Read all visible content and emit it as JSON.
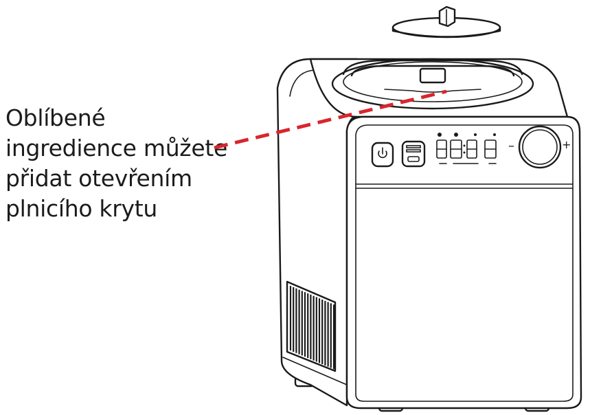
{
  "annotation": {
    "lines": [
      "Oblíbené",
      "ingredience můžete",
      "přidat otevřením",
      "plnicího krytu"
    ]
  },
  "panel": {
    "minus": "–",
    "plus": "+"
  },
  "colors": {
    "pointer": "#d8262d",
    "outline": "#1a1a1a",
    "text": "#1b1b1b"
  },
  "icons": [
    "power-icon",
    "mode-icon",
    "speed-knob-icon"
  ]
}
